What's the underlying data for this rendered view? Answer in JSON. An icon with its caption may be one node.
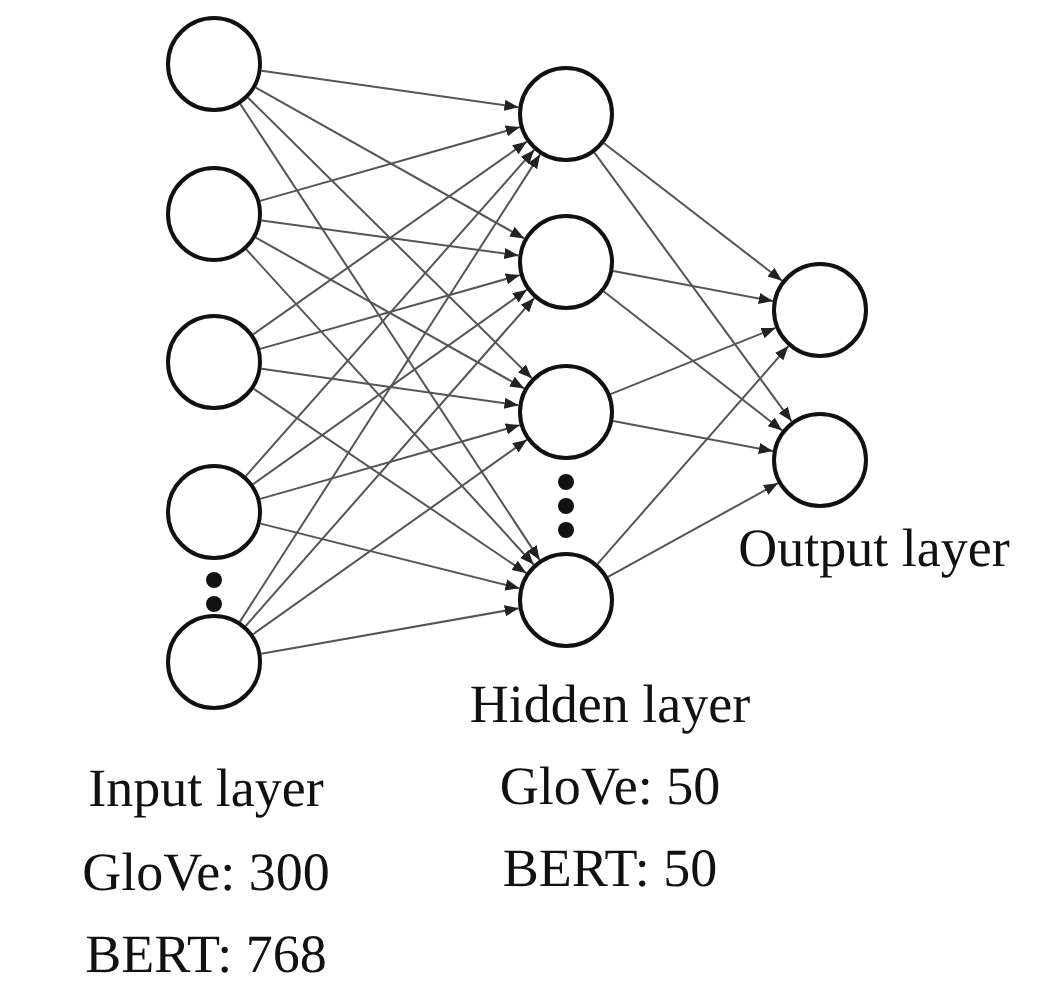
{
  "diagram": {
    "nodes": [
      {
        "text": [],
        "shape": "circle"
      },
      {
        "text": [],
        "shape": "circle"
      },
      {
        "text": [],
        "shape": "circle"
      },
      {
        "text": [],
        "shape": "circle"
      },
      {
        "text": [],
        "shape": "circle"
      },
      {
        "text": [],
        "shape": "circle"
      },
      {
        "text": [],
        "shape": "circle"
      },
      {
        "text": [],
        "shape": "circle"
      },
      {
        "text": [],
        "shape": "circle"
      },
      {
        "text": [],
        "shape": "circle"
      },
      {
        "text": [],
        "shape": "circle"
      }
    ],
    "edges": [
      {
        "from": 0,
        "to": 5,
        "arrow": "to"
      },
      {
        "from": 0,
        "to": 6,
        "arrow": "to"
      },
      {
        "from": 0,
        "to": 7,
        "arrow": "to"
      },
      {
        "from": 0,
        "to": 8,
        "arrow": "to"
      },
      {
        "from": 1,
        "to": 5,
        "arrow": "to"
      },
      {
        "from": 1,
        "to": 6,
        "arrow": "to"
      },
      {
        "from": 1,
        "to": 7,
        "arrow": "to"
      },
      {
        "from": 1,
        "to": 8,
        "arrow": "to"
      },
      {
        "from": 2,
        "to": 5,
        "arrow": "to"
      },
      {
        "from": 2,
        "to": 6,
        "arrow": "to"
      },
      {
        "from": 2,
        "to": 7,
        "arrow": "to"
      },
      {
        "from": 2,
        "to": 8,
        "arrow": "to"
      },
      {
        "from": 3,
        "to": 5,
        "arrow": "to"
      },
      {
        "from": 3,
        "to": 6,
        "arrow": "to"
      },
      {
        "from": 3,
        "to": 7,
        "arrow": "to"
      },
      {
        "from": 3,
        "to": 8,
        "arrow": "to"
      },
      {
        "from": 4,
        "to": 5,
        "arrow": "to"
      },
      {
        "from": 4,
        "to": 6,
        "arrow": "to"
      },
      {
        "from": 4,
        "to": 7,
        "arrow": "to"
      },
      {
        "from": 4,
        "to": 8,
        "arrow": "to"
      },
      {
        "from": 5,
        "to": 9,
        "arrow": "to"
      },
      {
        "from": 5,
        "to": 10,
        "arrow": "to"
      },
      {
        "from": 6,
        "to": 9,
        "arrow": "to"
      },
      {
        "from": 6,
        "to": 10,
        "arrow": "to"
      },
      {
        "from": 7,
        "to": 9,
        "arrow": "to"
      },
      {
        "from": 7,
        "to": 10,
        "arrow": "to"
      },
      {
        "from": 8,
        "to": 9,
        "arrow": "to"
      },
      {
        "from": 8,
        "to": 10,
        "arrow": "to"
      }
    ],
    "labels": [
      "Output layer",
      "Hidden layer",
      "GloVe: 50",
      "BERT: 50",
      "Input layer",
      "GloVe: 300",
      "BERT: 768"
    ]
  }
}
